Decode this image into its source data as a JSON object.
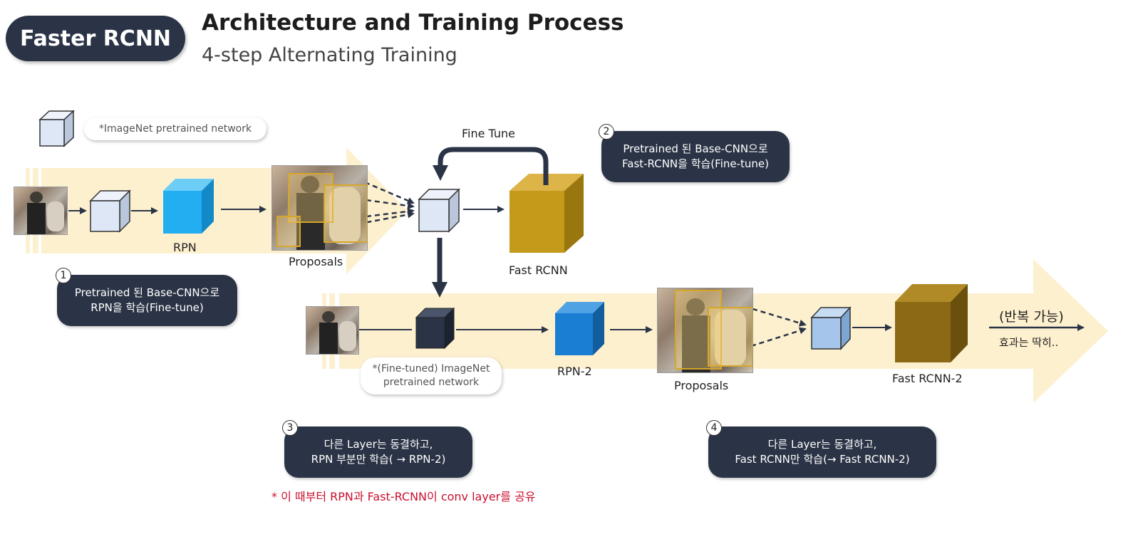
{
  "header": {
    "badge": "Faster RCNN",
    "title": "Architecture and Training Process",
    "subtitle": "4-step Alternating Training"
  },
  "legend": {
    "pretrained_note": "*ImageNet pretrained network",
    "finetuned_note": "*(Fine-tuned) ImageNet\npretrained network"
  },
  "labels": {
    "rpn": "RPN",
    "proposals_1": "Proposals",
    "fine_tune": "Fine Tune",
    "fast_rcnn": "Fast RCNN",
    "rpn2": "RPN-2",
    "proposals_2": "Proposals",
    "fast_rcnn2": "Fast RCNN-2",
    "repeat": "(반복 가능)",
    "effect": "효과는 딱히.."
  },
  "steps": [
    {
      "number": "1",
      "text": "Pretrained 된 Base-CNN으로\nRPN을 학습(Fine-tune)"
    },
    {
      "number": "2",
      "text": "Pretrained 된 Base-CNN으로\nFast-RCNN을 학습(Fine-tune)"
    },
    {
      "number": "3",
      "text": "다른 Layer는 동결하고,\nRPN 부분만 학습( → RPN-2)"
    },
    {
      "number": "4",
      "text": "다른 Layer는 동결하고,\nFast RCNN만 학습(→ Fast RCNN-2)"
    }
  ],
  "footnote": "* 이 때부터 RPN과 Fast-RCNN이 conv layer를 공유",
  "colors": {
    "dark_navy": "#2b3446",
    "band": "#fdf0cf",
    "light_cube": "#dde7f6",
    "rpn_cube": "#22aef0",
    "rpn2_cube": "#1a7fd2",
    "gold_cube": "#c49a1a",
    "gold_dark_cube": "#8c6914",
    "footnote_red": "#c8102e"
  }
}
